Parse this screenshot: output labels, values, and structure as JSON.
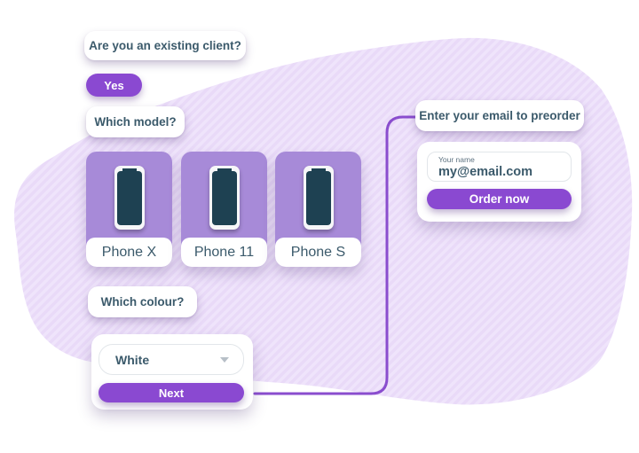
{
  "colors": {
    "accent_purple": "#8a49d1",
    "card_purple": "#a78ad8",
    "blob_lavender": "#e9daf8",
    "blob_stripe": "#efe4fb",
    "text_dark": "#3b5a6b",
    "connector_purple": "#8a4dce",
    "screen_teal": "#1e4152",
    "chevron_gray": "#b7bfc7",
    "border_gray": "#e2e6ea",
    "label_gray": "#5d7280"
  },
  "chat": {
    "question1": "Are you an existing client?",
    "answer1": "Yes",
    "question2": "Which model?",
    "models": [
      {
        "label": "Phone X"
      },
      {
        "label": "Phone 11"
      },
      {
        "label": "Phone S"
      }
    ],
    "question3": "Which colour?",
    "colour_select": {
      "value": "White",
      "icon": "chevron-down-icon"
    },
    "next_label": "Next"
  },
  "preorder": {
    "title": "Enter your email to preorder",
    "email_input": {
      "label": "Your name",
      "value": "my@email.com"
    },
    "order_label": "Order now"
  }
}
